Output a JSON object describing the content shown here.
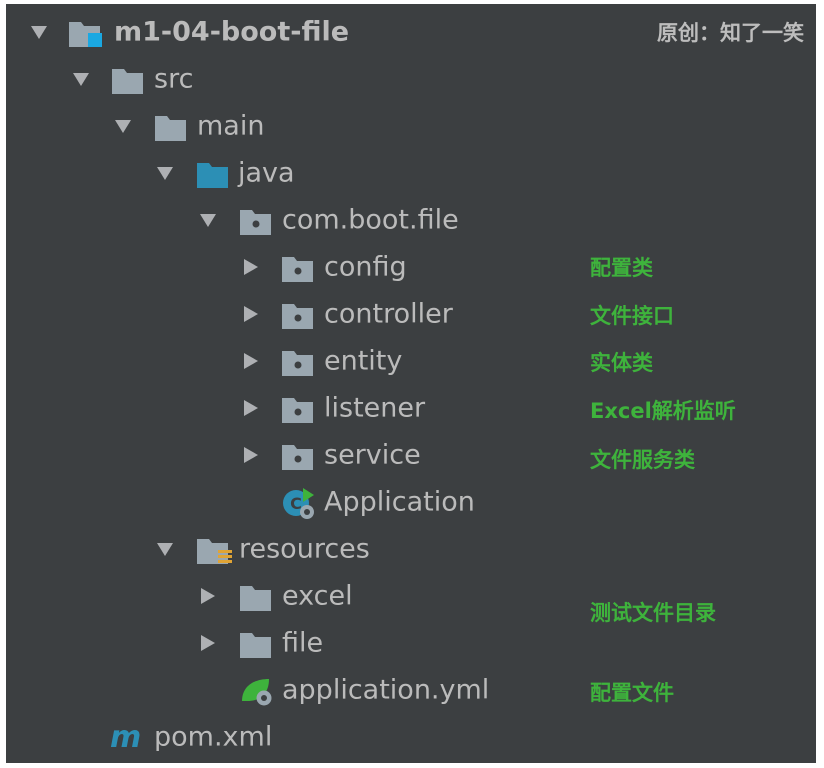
{
  "watermark": "原创：知了一笑",
  "tree": {
    "root": "m1-04-boot-file",
    "src": "src",
    "main": "main",
    "java": "java",
    "package": "com.boot.file",
    "config": "config",
    "controller": "controller",
    "entity": "entity",
    "listener": "listener",
    "service": "service",
    "application": "Application",
    "resources": "resources",
    "excel": "excel",
    "file": "file",
    "application_yml": "application.yml",
    "pom": "pom.xml"
  },
  "notes": {
    "config": "配置类",
    "controller": "文件接口",
    "entity": "实体类",
    "listener": "Excel解析监听",
    "service": "文件服务类",
    "resources_dirs": "测试文件目录",
    "application_yml": "配置文件"
  },
  "colors": {
    "background": "#3c3f41",
    "text": "#bbbbbb",
    "note": "#3eb33c",
    "source_folder": "#2c8fb5"
  }
}
